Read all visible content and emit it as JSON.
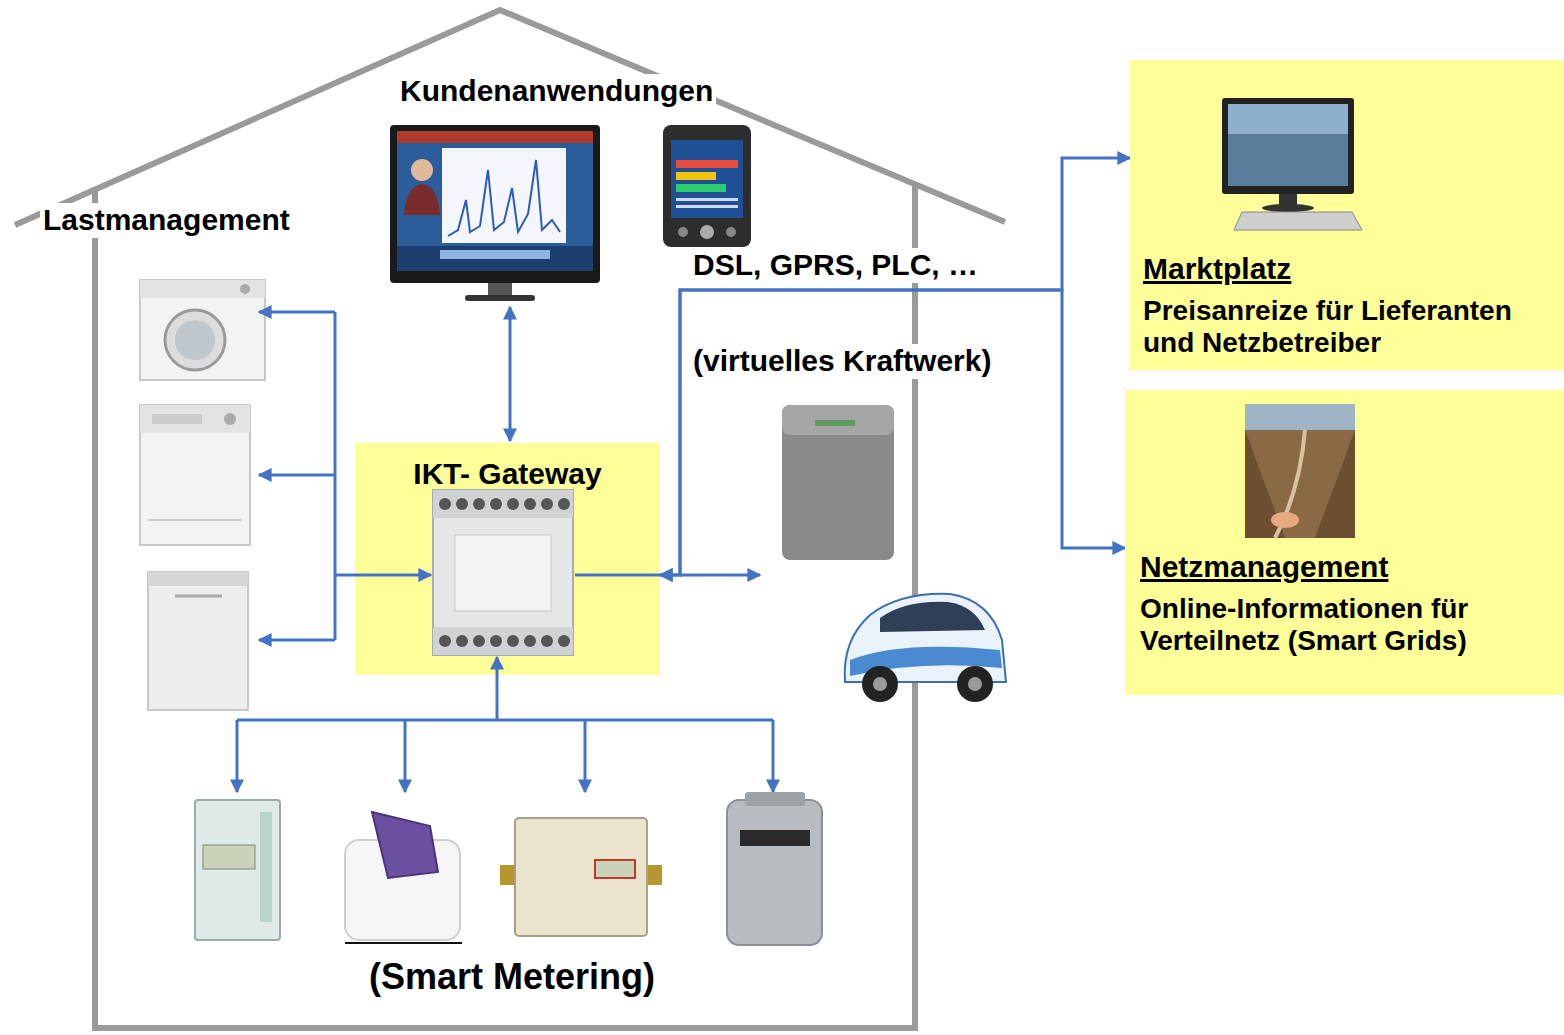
{
  "diagram": {
    "nodes": [
      {
        "text": [
          "IKT- Gateway"
        ]
      },
      {
        "text": [
          "Marktplatz",
          "Preisanreize für Lieferanten und Netzbetreiber"
        ]
      },
      {
        "text": [
          "Netzmanagement",
          "Online-Informationen für Verteilnetz (Smart Grids)"
        ]
      }
    ],
    "edges": [
      {
        "from": 0,
        "to": 1,
        "label": "DSL, GPRS, PLC, …",
        "arrow": "both"
      },
      {
        "from": 0,
        "to": 2,
        "arrow": "both"
      }
    ],
    "labels": [
      "Kundenanwendungen",
      "Lastmanagement",
      "(virtuelles Kraftwerk)",
      "(Smart Metering)"
    ]
  }
}
